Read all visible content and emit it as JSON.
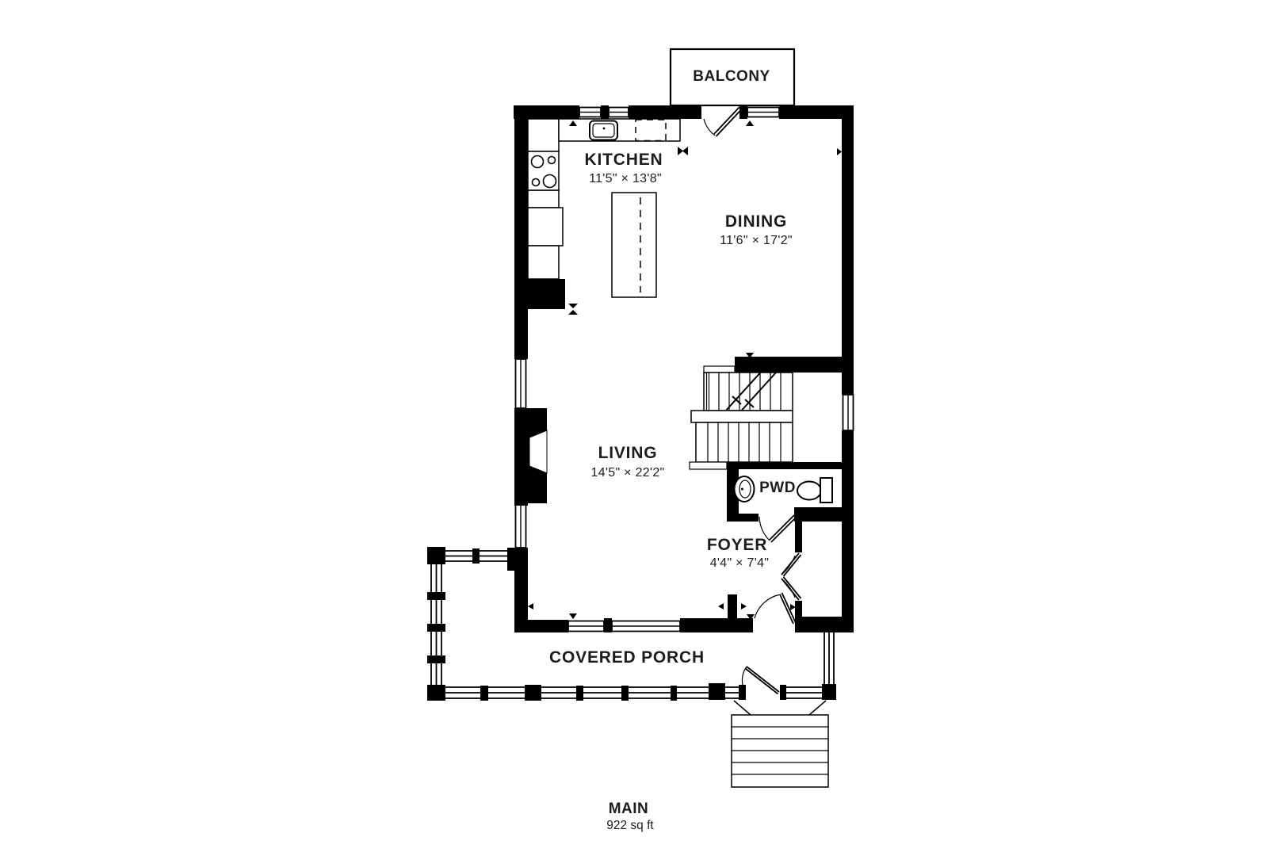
{
  "rooms": {
    "balcony": {
      "name": "BALCONY"
    },
    "kitchen": {
      "name": "KITCHEN",
      "dims": "11'5\" × 13'8\""
    },
    "dining": {
      "name": "DINING",
      "dims": "11'6\" × 17'2\""
    },
    "living": {
      "name": "LIVING",
      "dims": "14'5\" × 22'2\""
    },
    "pwd": {
      "name": "PWD"
    },
    "foyer": {
      "name": "FOYER",
      "dims": "4'4\" × 7'4\""
    },
    "covered_porch": {
      "name": "COVERED PORCH"
    }
  },
  "floor": {
    "name": "MAIN",
    "area": "922 sq ft"
  },
  "colors": {
    "wall": "#000000",
    "background": "#ffffff",
    "text": "#1c1c1c"
  }
}
